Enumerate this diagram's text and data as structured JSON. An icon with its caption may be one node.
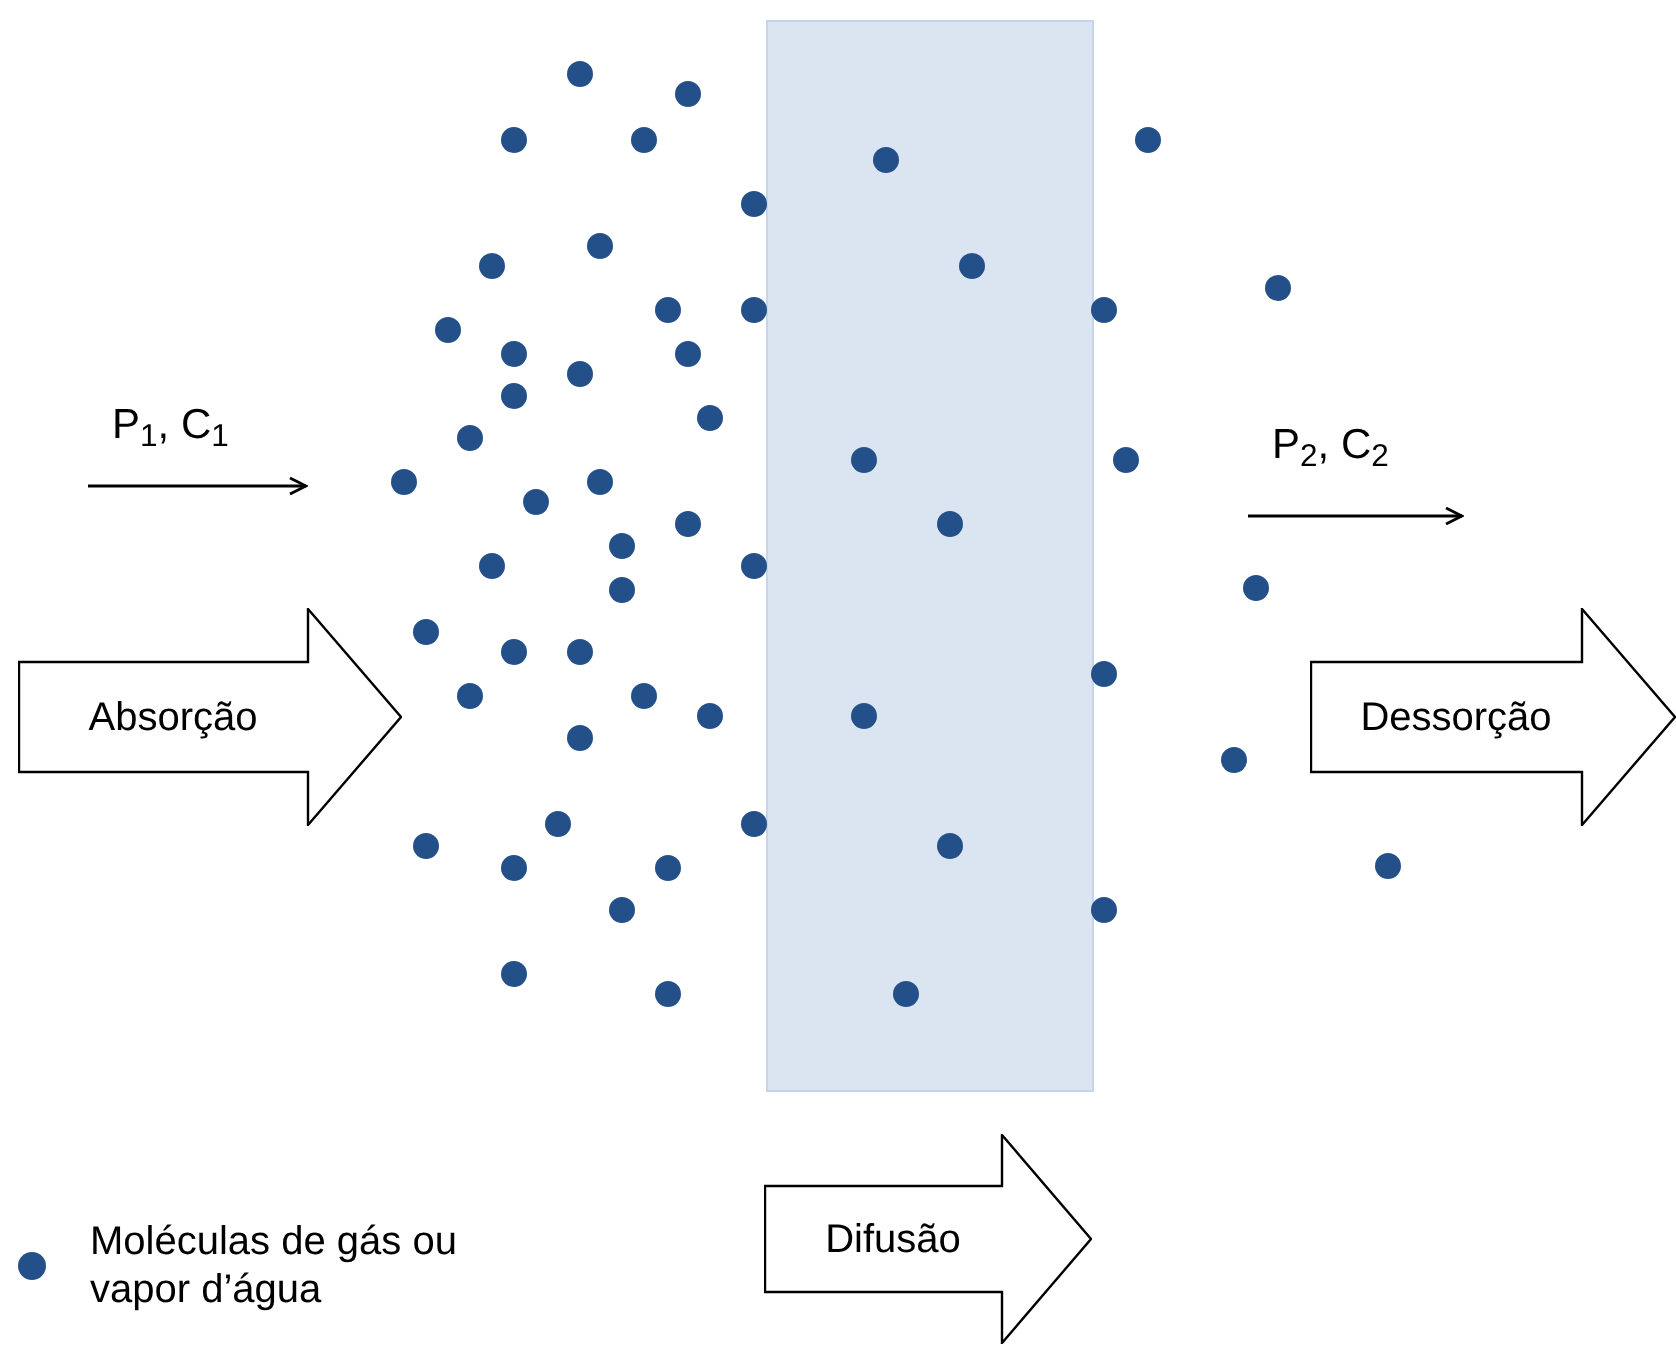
{
  "diagram": {
    "nodes": [
      {
        "text": [],
        "shape": "box"
      },
      {
        "text": [
          "Absorção"
        ]
      },
      {
        "text": [
          "Dessorção"
        ]
      },
      {
        "text": [
          "Difusão"
        ]
      }
    ],
    "labels": [
      "P$_{1}$, C$_{1}$",
      "P$_{2}$, C$_{2}$"
    ],
    "legend": [
      {
        "text": "Moléculas de gás ou vapor d’água",
        "color": "#24508a"
      }
    ]
  }
}
